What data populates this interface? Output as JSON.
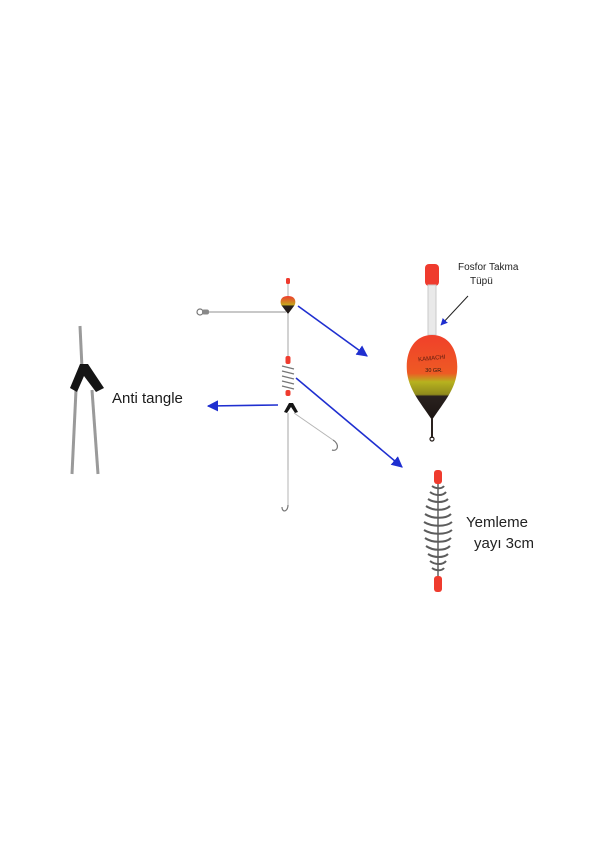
{
  "labels": {
    "phosphor_tube_line1": "Fosfor Takma",
    "phosphor_tube_line2": "Tüpü",
    "anti_tangle": "Anti tangle",
    "feeder_spring_line1": "Yemleme",
    "feeder_spring_line2": "yayı 3cm"
  },
  "float_print": {
    "brand": "KAMACHI",
    "weight": "30 GR."
  },
  "colors": {
    "arrow": "#1f2fd0",
    "float_red": "#f0402a",
    "float_yellow": "#b7b21e",
    "float_black": "#2a221f",
    "phosphor_red": "#ef3b2e",
    "anti_tangle_black": "#151515",
    "wire": "#9a9a9a"
  }
}
